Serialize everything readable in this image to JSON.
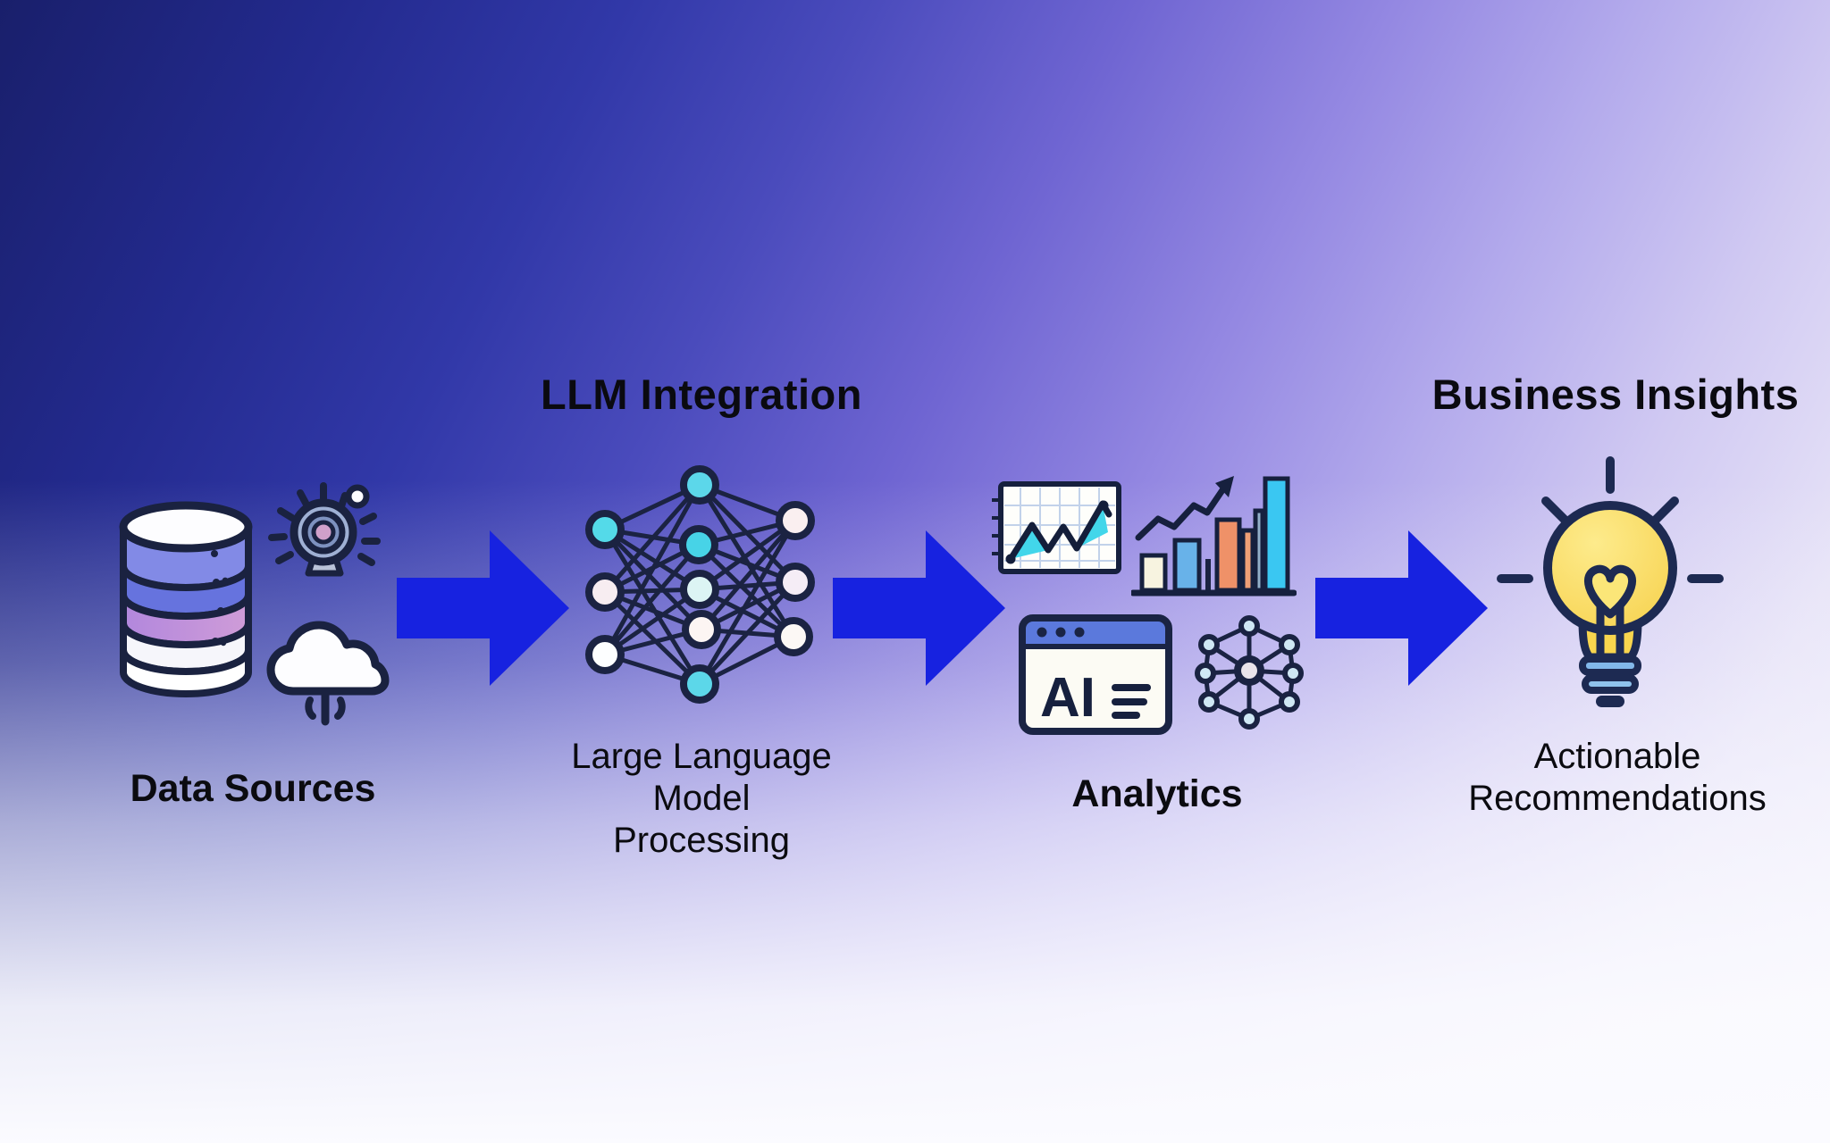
{
  "diagram": {
    "flow_direction": "left-to-right",
    "stages": [
      {
        "name": "data-sources",
        "label": "Data Sources",
        "icons": [
          "database-icon",
          "smart-lens-icon",
          "cloud-download-icon"
        ]
      },
      {
        "name": "llm-integration",
        "title": "LLM Integration",
        "caption_lines": [
          "Large Language",
          "Model",
          "Processing"
        ],
        "icons": [
          "neural-network-icon"
        ]
      },
      {
        "name": "analytics",
        "label": "Analytics",
        "ai_label": "AI",
        "icons": [
          "line-chart-icon",
          "bar-chart-icon",
          "ai-window-icon",
          "network-graph-icon"
        ]
      },
      {
        "name": "business-insights",
        "title": "Business Insights",
        "caption_lines": [
          "Actionable",
          "Recommendations"
        ],
        "icons": [
          "lightbulb-icon"
        ]
      }
    ],
    "arrow_count": 3,
    "colors": {
      "arrow_blue": "#1722e0",
      "outline_navy": "#1a2342",
      "node_cyan": "#54dae9",
      "bulb_yellow": "#f8d54e",
      "bulb_base_blue": "#82b8ea",
      "bar_sky": "#68b2e9",
      "bar_coral": "#ef9168",
      "bar_cyan": "#3ac7f2",
      "window_header_blue": "#5b79dc",
      "db_band_blue": "#828ae6",
      "db_band_purple": "#bd90dc",
      "bg_top_left": "#1b2270",
      "bg_top_right": "#8b74e0",
      "bg_bottom": "#fafafe",
      "text": "#0a0a10"
    }
  }
}
